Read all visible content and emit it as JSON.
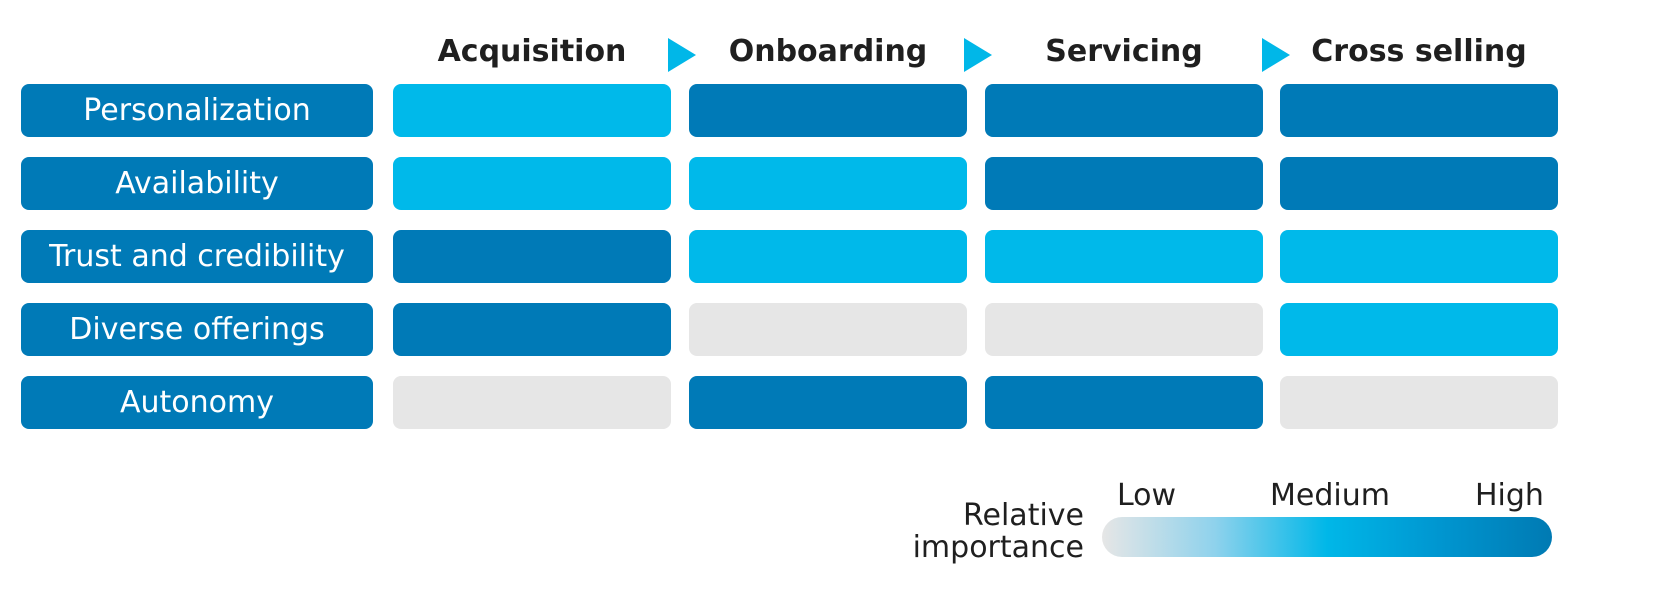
{
  "chart_data": {
    "type": "heatmap",
    "columns": [
      "Acquisition",
      "Onboarding",
      "Servicing",
      "Cross selling"
    ],
    "rows": [
      "Personalization",
      "Availability",
      "Trust and credibility",
      "Diverse offerings",
      "Autonomy"
    ],
    "levels": [
      "Low",
      "Medium",
      "High"
    ],
    "values": [
      [
        "Medium",
        "High",
        "High",
        "High"
      ],
      [
        "Medium",
        "Medium",
        "High",
        "High"
      ],
      [
        "High",
        "Medium",
        "Medium",
        "Medium"
      ],
      [
        "High",
        "Low",
        "Low",
        "Medium"
      ],
      [
        "Low",
        "High",
        "High",
        "Low"
      ]
    ],
    "colors": {
      "Low": "#e6e6e6",
      "Medium": "#00b9ea",
      "High": "#007ab7"
    },
    "row_label_color": "#007ab7",
    "arrow_color": "#00b7e8",
    "legend": {
      "title_line1": "Relative",
      "title_line2": "importance",
      "low": "Low",
      "medium": "Medium",
      "high": "High"
    }
  }
}
